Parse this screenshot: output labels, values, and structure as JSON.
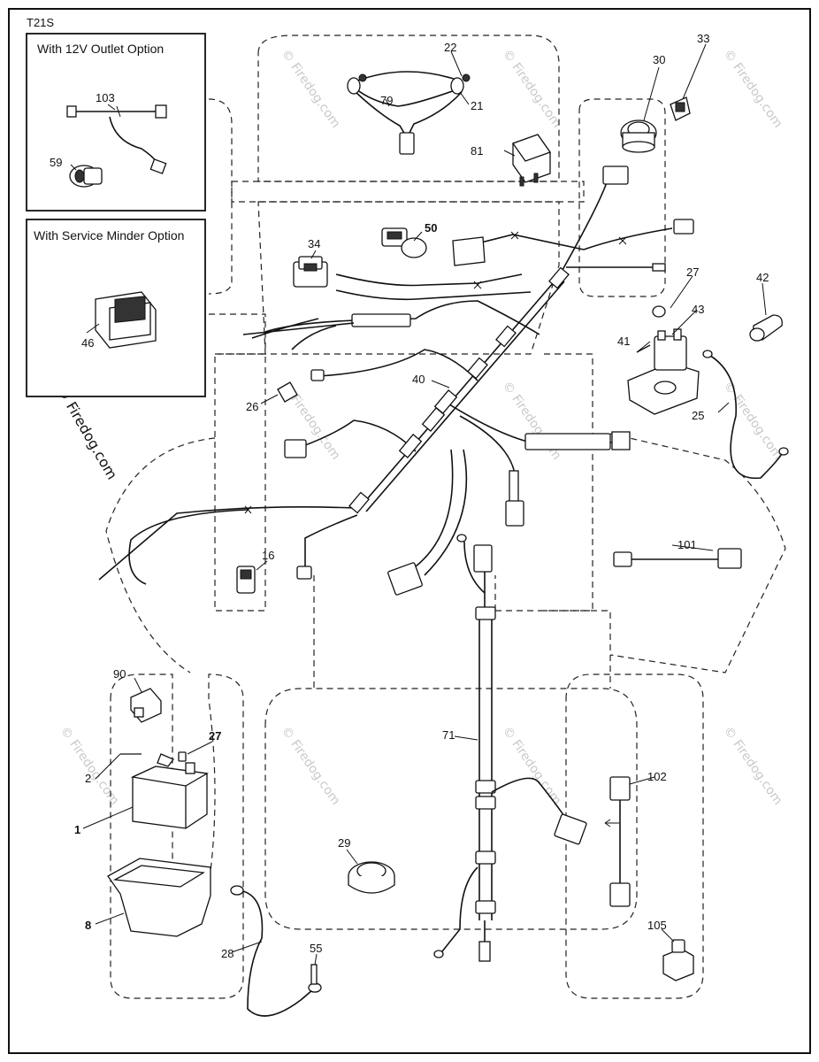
{
  "diagram_code": "T21S",
  "insets": {
    "outlet": {
      "title": "With 12V Outlet Option"
    },
    "service": {
      "title": "With Service Minder Option"
    }
  },
  "watermark": {
    "text": "© Firedog.com"
  },
  "labels": {
    "p1": "1",
    "p2": "2",
    "p8": "8",
    "p16": "16",
    "p21": "21",
    "p22": "22",
    "p25": "25",
    "p26": "26",
    "p27a": "27",
    "p27b": "27",
    "p28": "28",
    "p29": "29",
    "p30": "30",
    "p33": "33",
    "p34": "34",
    "p40": "40",
    "p41": "41",
    "p42": "42",
    "p43": "43",
    "p46": "46",
    "p50": "50",
    "p55": "55",
    "p59": "59",
    "p71": "71",
    "p79": "79",
    "p81": "81",
    "p90": "90",
    "p101": "101",
    "p102": "102",
    "p103": "103",
    "p105": "105"
  }
}
